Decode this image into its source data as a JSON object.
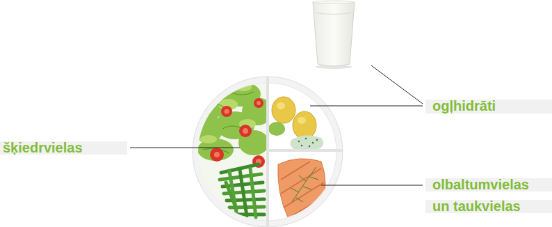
{
  "diagram": {
    "labels": [
      "ogļhidrāti",
      "šķiedrvielas",
      "olbaltumvielas un taukvielas"
    ]
  }
}
